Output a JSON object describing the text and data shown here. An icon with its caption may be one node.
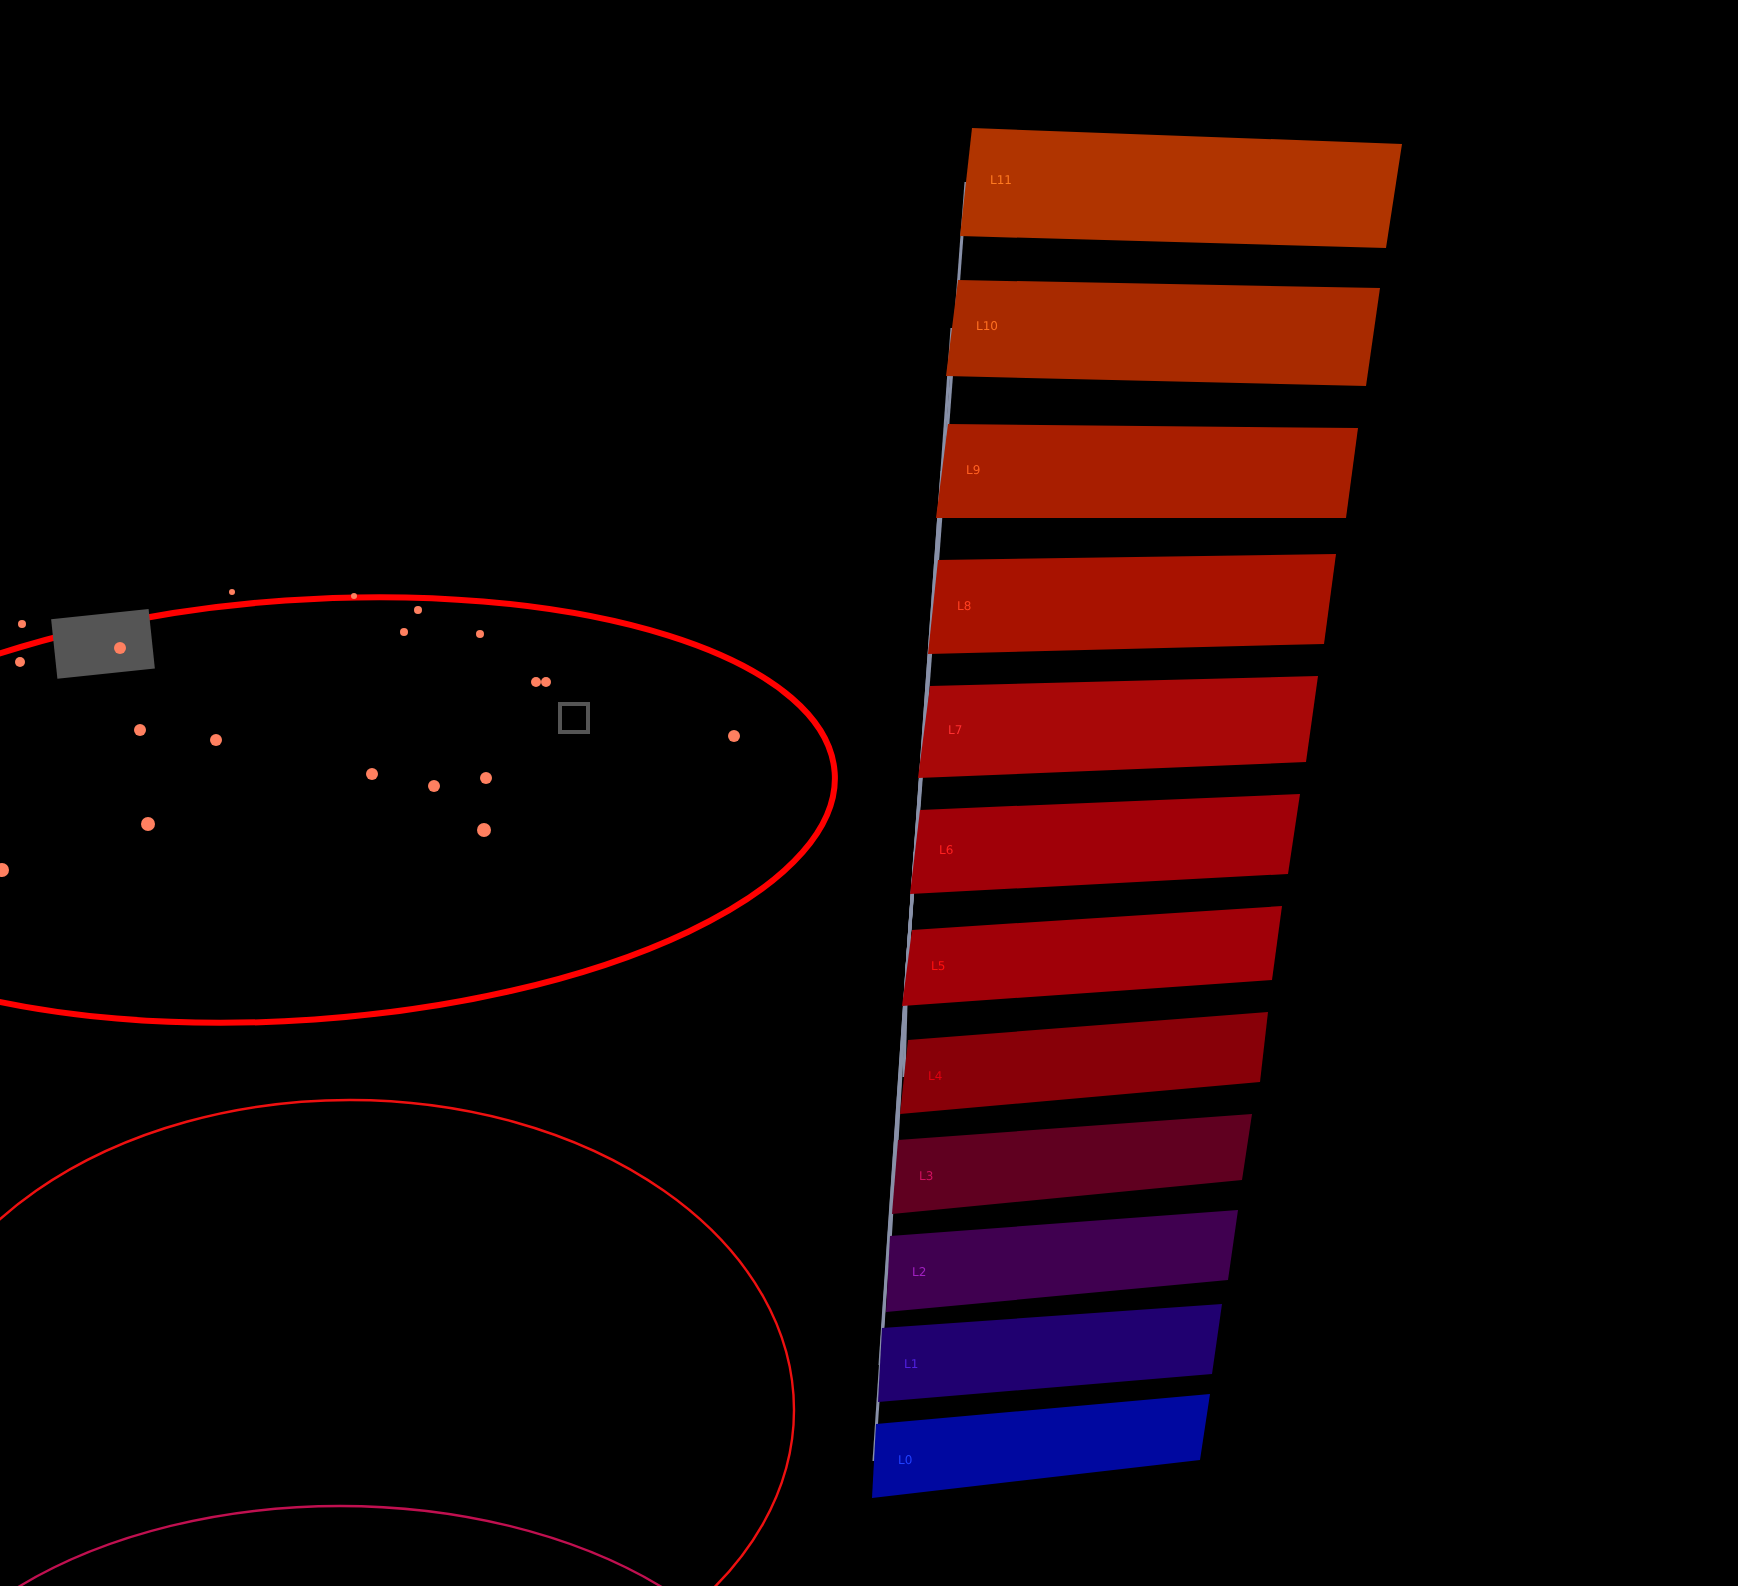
{
  "diagram": {
    "nodes": [
      {
        "text": [
          "L11"
        ]
      },
      {
        "text": [
          "L10"
        ]
      },
      {
        "text": [
          "L9"
        ]
      },
      {
        "text": [
          "L8"
        ]
      },
      {
        "text": [
          "L7"
        ]
      },
      {
        "text": [
          "L6"
        ]
      },
      {
        "text": [
          "L5"
        ]
      },
      {
        "text": [
          "L4"
        ]
      },
      {
        "text": [
          "L3"
        ]
      },
      {
        "text": [
          "L2"
        ]
      },
      {
        "text": [
          "L1"
        ]
      },
      {
        "text": [
          "L0"
        ]
      }
    ],
    "edges": [
      {
        "from": 6,
        "to": 0,
        "arrow": "none"
      },
      {
        "from": 6,
        "to": 1,
        "arrow": "none"
      },
      {
        "from": 6,
        "to": 2,
        "arrow": "none"
      },
      {
        "from": 6,
        "to": 3,
        "arrow": "none"
      },
      {
        "from": 6,
        "to": 4,
        "arrow": "none"
      },
      {
        "from": 6,
        "to": 5,
        "arrow": "none"
      },
      {
        "from": 6,
        "to": 7,
        "arrow": "none"
      },
      {
        "from": 6,
        "to": 8,
        "arrow": "none"
      },
      {
        "from": 6,
        "to": 9,
        "arrow": "none"
      },
      {
        "from": 6,
        "to": 10,
        "arrow": "none"
      },
      {
        "from": 6,
        "to": 11,
        "arrow": "none"
      }
    ]
  }
}
